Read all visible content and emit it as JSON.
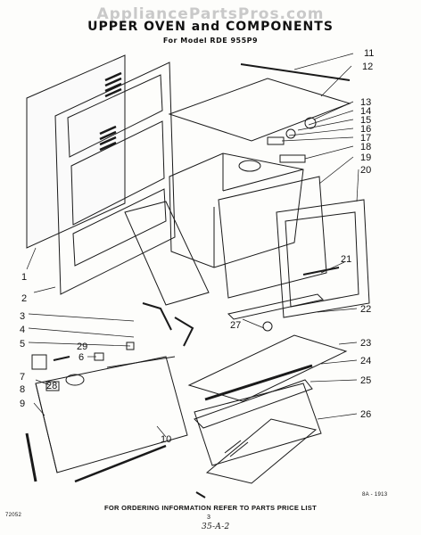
{
  "header": {
    "watermark": "AppliancePartsPros.com",
    "title": "UPPER OVEN and COMPONENTS",
    "model": "For Model RDE 955P9"
  },
  "callouts": [
    "1",
    "2",
    "3",
    "4",
    "5",
    "6",
    "7",
    "8",
    "9",
    "10",
    "11",
    "12",
    "13",
    "14",
    "15",
    "16",
    "17",
    "18",
    "19",
    "20",
    "21",
    "22",
    "23",
    "24",
    "25",
    "26",
    "27",
    "28",
    "29"
  ],
  "footer": {
    "note": "FOR ORDERING INFORMATION REFER TO PARTS PRICE LIST",
    "page_number": "3",
    "left_code": "72052",
    "right_code": "8A - 1913",
    "handwritten": "35-A-2"
  }
}
